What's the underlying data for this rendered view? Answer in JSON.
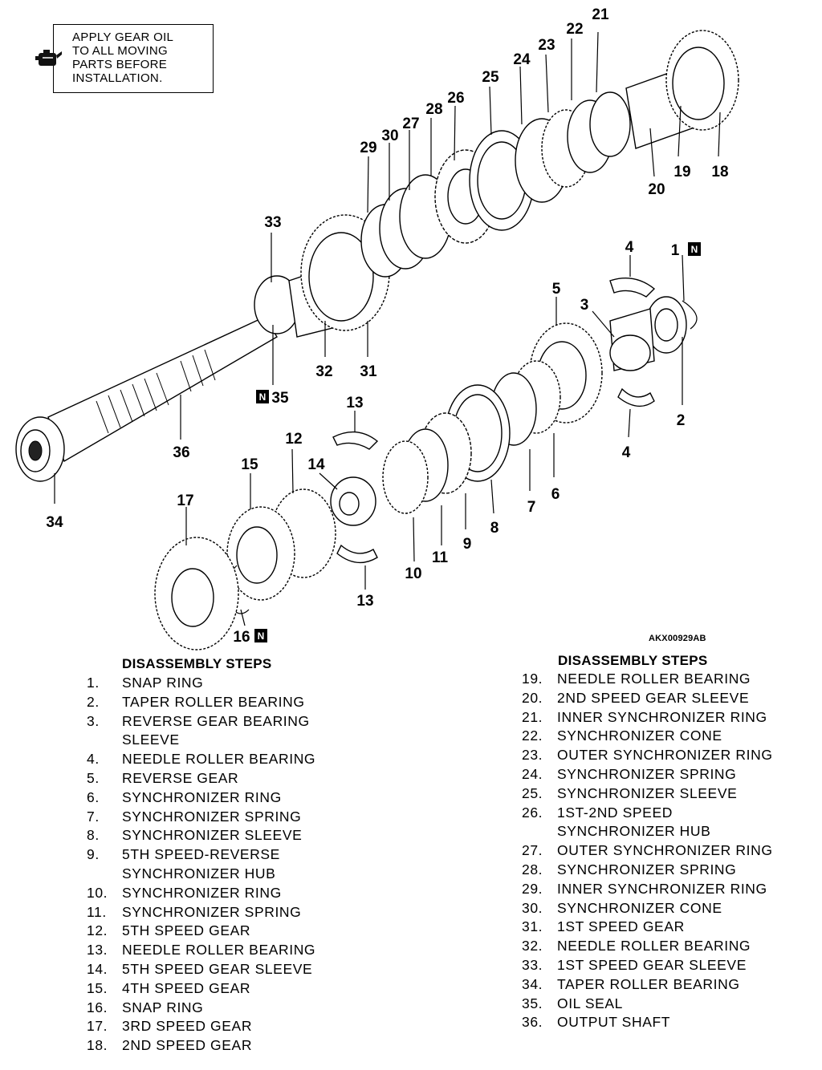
{
  "note": {
    "text": "APPLY GEAR OIL\nTO ALL MOVING\nPARTS BEFORE\nINSTALLATION.",
    "icon": "oil-can-icon"
  },
  "figure_id": "AKX00929AB",
  "callouts": [
    {
      "id": "1",
      "tag": "N"
    },
    {
      "id": "2"
    },
    {
      "id": "3"
    },
    {
      "id": "4"
    },
    {
      "id": "4"
    },
    {
      "id": "5"
    },
    {
      "id": "6"
    },
    {
      "id": "7"
    },
    {
      "id": "8"
    },
    {
      "id": "9"
    },
    {
      "id": "10"
    },
    {
      "id": "11"
    },
    {
      "id": "12"
    },
    {
      "id": "13"
    },
    {
      "id": "13"
    },
    {
      "id": "14"
    },
    {
      "id": "15"
    },
    {
      "id": "16",
      "tag": "N"
    },
    {
      "id": "17"
    },
    {
      "id": "18"
    },
    {
      "id": "19"
    },
    {
      "id": "20"
    },
    {
      "id": "21"
    },
    {
      "id": "22"
    },
    {
      "id": "23"
    },
    {
      "id": "24"
    },
    {
      "id": "25"
    },
    {
      "id": "26"
    },
    {
      "id": "27"
    },
    {
      "id": "28"
    },
    {
      "id": "29"
    },
    {
      "id": "30"
    },
    {
      "id": "31"
    },
    {
      "id": "32"
    },
    {
      "id": "33"
    },
    {
      "id": "34"
    },
    {
      "id": "35",
      "tag": "N"
    },
    {
      "id": "36"
    }
  ],
  "steps_left": {
    "heading": "DISASSEMBLY STEPS",
    "items": [
      {
        "num": "1.",
        "label": "SNAP RING"
      },
      {
        "num": "2.",
        "label": "TAPER ROLLER BEARING"
      },
      {
        "num": "3.",
        "label": "REVERSE GEAR BEARING\nSLEEVE"
      },
      {
        "num": "4.",
        "label": "NEEDLE ROLLER BEARING"
      },
      {
        "num": "5.",
        "label": "REVERSE GEAR"
      },
      {
        "num": "6.",
        "label": "SYNCHRONIZER RING"
      },
      {
        "num": "7.",
        "label": "SYNCHRONIZER SPRING"
      },
      {
        "num": "8.",
        "label": "SYNCHRONIZER SLEEVE"
      },
      {
        "num": "9.",
        "label": "5TH SPEED-REVERSE\nSYNCHRONIZER HUB"
      },
      {
        "num": "10.",
        "label": "SYNCHRONIZER RING"
      },
      {
        "num": "11.",
        "label": "SYNCHRONIZER SPRING"
      },
      {
        "num": "12.",
        "label": "5TH SPEED GEAR"
      },
      {
        "num": "13.",
        "label": "NEEDLE ROLLER BEARING"
      },
      {
        "num": "14.",
        "label": "5TH SPEED GEAR SLEEVE"
      },
      {
        "num": "15.",
        "label": "4TH SPEED GEAR"
      },
      {
        "num": "16.",
        "label": "SNAP RING"
      },
      {
        "num": "17.",
        "label": "3RD SPEED GEAR"
      },
      {
        "num": "18.",
        "label": "2ND SPEED GEAR"
      }
    ]
  },
  "steps_right": {
    "heading": "DISASSEMBLY STEPS",
    "items": [
      {
        "num": "19.",
        "label": "NEEDLE ROLLER BEARING"
      },
      {
        "num": "20.",
        "label": "2ND SPEED GEAR SLEEVE"
      },
      {
        "num": "21.",
        "label": "INNER SYNCHRONIZER RING"
      },
      {
        "num": "22.",
        "label": "SYNCHRONIZER CONE"
      },
      {
        "num": "23.",
        "label": "OUTER SYNCHRONIZER RING"
      },
      {
        "num": "24.",
        "label": "SYNCHRONIZER SPRING"
      },
      {
        "num": "25.",
        "label": "SYNCHRONIZER SLEEVE"
      },
      {
        "num": "26.",
        "label": "1ST-2ND SPEED\nSYNCHRONIZER HUB"
      },
      {
        "num": "27.",
        "label": "OUTER SYNCHRONIZER RING"
      },
      {
        "num": "28.",
        "label": "SYNCHRONIZER SPRING"
      },
      {
        "num": "29.",
        "label": "INNER SYNCHRONIZER RING"
      },
      {
        "num": "30.",
        "label": "SYNCHRONIZER CONE"
      },
      {
        "num": "31.",
        "label": "1ST SPEED GEAR"
      },
      {
        "num": "32.",
        "label": "NEEDLE ROLLER BEARING"
      },
      {
        "num": "33.",
        "label": "1ST SPEED GEAR SLEEVE"
      },
      {
        "num": "34.",
        "label": "TAPER ROLLER BEARING"
      },
      {
        "num": "35.",
        "label": "OIL SEAL"
      },
      {
        "num": "36.",
        "label": "OUTPUT SHAFT"
      }
    ]
  }
}
